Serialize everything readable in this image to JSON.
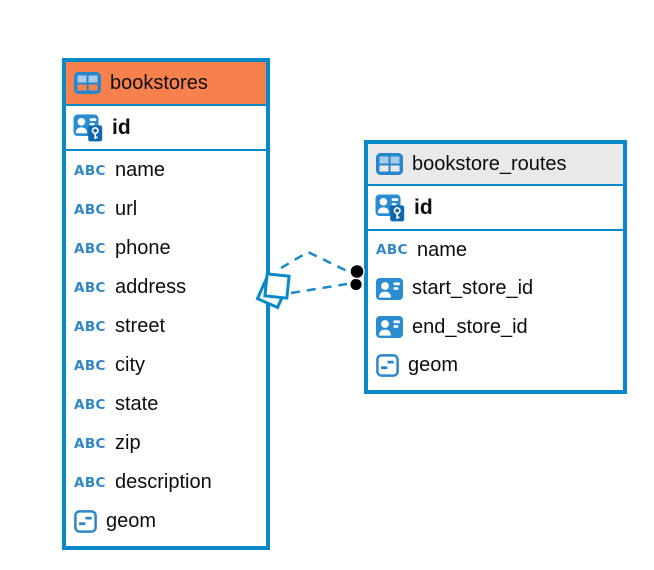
{
  "app": {
    "view": "database-er-diagram"
  },
  "colors": {
    "table_border": "#0989C8",
    "bookstores_header": "#F6814C",
    "routes_header": "#E9E9E9",
    "icon_blue": "#2B8DD1",
    "icon_light_cell": "#A8CBE9",
    "key_badge_blue": "#0F67B1",
    "text": "#0d0d0d",
    "relation_line": "#1989CB",
    "endpoint_dot": "#000000"
  },
  "icons": {
    "text_type_label": "ABC"
  },
  "tables": [
    {
      "name": "bookstores",
      "primary_key": {
        "name": "id",
        "type": "primary-key"
      },
      "columns": [
        {
          "name": "name",
          "type": "text"
        },
        {
          "name": "url",
          "type": "text"
        },
        {
          "name": "phone",
          "type": "text"
        },
        {
          "name": "address",
          "type": "text"
        },
        {
          "name": "street",
          "type": "text"
        },
        {
          "name": "city",
          "type": "text"
        },
        {
          "name": "state",
          "type": "text"
        },
        {
          "name": "zip",
          "type": "text"
        },
        {
          "name": "description",
          "type": "text"
        },
        {
          "name": "geom",
          "type": "geometry"
        }
      ]
    },
    {
      "name": "bookstore_routes",
      "primary_key": {
        "name": "id",
        "type": "primary-key"
      },
      "columns": [
        {
          "name": "name",
          "type": "text"
        },
        {
          "name": "start_store_id",
          "type": "reference"
        },
        {
          "name": "end_store_id",
          "type": "reference"
        },
        {
          "name": "geom",
          "type": "geometry"
        }
      ]
    }
  ],
  "relations": [
    {
      "from": "bookstores",
      "to": "bookstore_routes.start_store_id",
      "style": "dashed"
    },
    {
      "from": "bookstores",
      "to": "bookstore_routes.end_store_id",
      "style": "dashed"
    }
  ]
}
